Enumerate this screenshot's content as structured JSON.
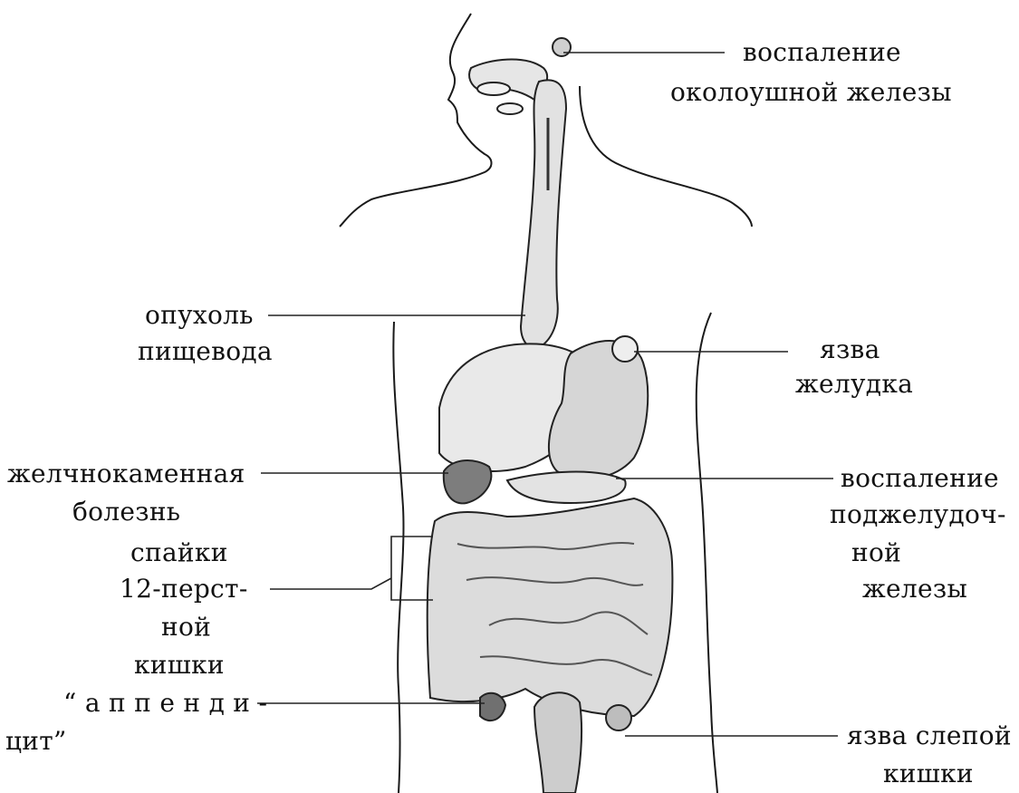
{
  "labels": {
    "parotitis": [
      "воспаление",
      "околоушной железы"
    ],
    "esophagus": [
      "опухоль",
      "пищевода"
    ],
    "stomach": [
      "язва",
      "желудка"
    ],
    "gallstone": [
      "желчнокаменная",
      "болезнь"
    ],
    "pancreas": [
      "воспаление",
      "поджелудоч-",
      "ной",
      "железы"
    ],
    "duodenum": [
      "спайки",
      "12-перст-",
      "ной",
      "кишки"
    ],
    "appendicitis": [
      "“ а п п е н д и -",
      "цит”"
    ],
    "caecum": [
      "язва слепой",
      "кишки"
    ]
  },
  "colors": {
    "ink": "#111111",
    "organ_fill": "#d9d9d9",
    "organ_dark": "#8c8c8c"
  }
}
